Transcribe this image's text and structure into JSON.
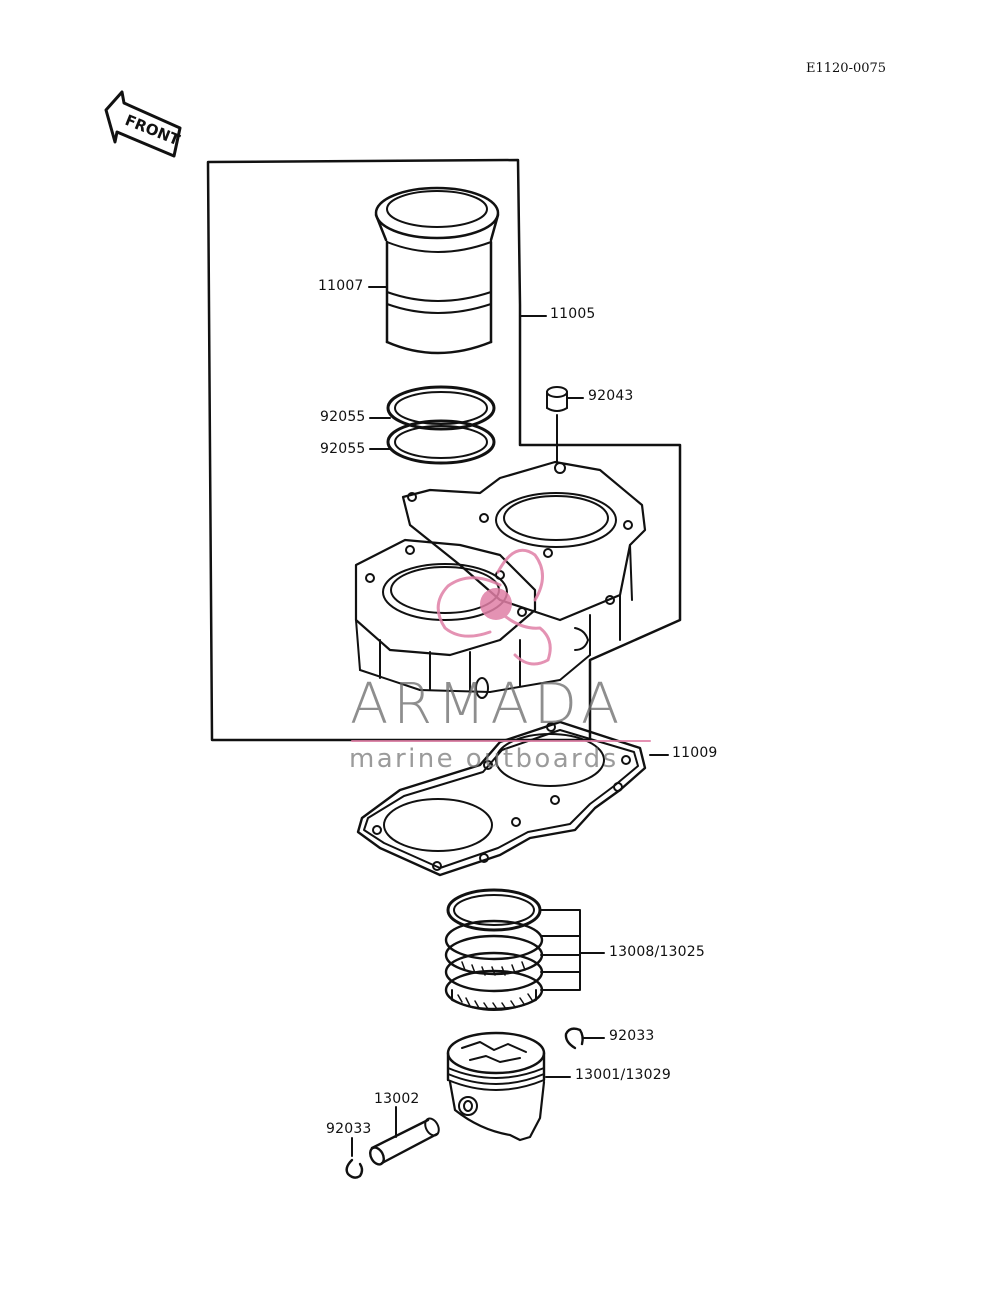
{
  "diagram_code": "E1120-0075",
  "front_label": "FRONT",
  "watermark": {
    "brand": "ARMADA",
    "tagline": "marine outboards",
    "accent_color": "#e07fa6",
    "text_color": "#707070"
  },
  "parts": {
    "cylinder_block": "11005",
    "sleeve": "11007",
    "o_ring_upper": "92055",
    "o_ring_lower": "92055",
    "dowel_pin": "92043",
    "base_gasket": "11009",
    "piston_rings": "13008/13025",
    "circlip_right": "92033",
    "piston": "13001/13029",
    "piston_pin": "13002",
    "circlip_left": "92033"
  }
}
